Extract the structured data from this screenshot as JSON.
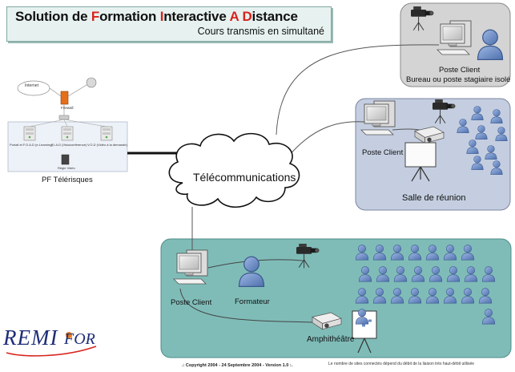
{
  "title": {
    "parts": [
      {
        "text": "Solution de ",
        "red": false
      },
      {
        "text": "F",
        "red": true
      },
      {
        "text": "ormation ",
        "red": false
      },
      {
        "text": "I",
        "red": true
      },
      {
        "text": "nteractive ",
        "red": false
      },
      {
        "text": "A",
        "red": true
      },
      {
        "text": " ",
        "red": false
      },
      {
        "text": "D",
        "red": true
      },
      {
        "text": "istance",
        "red": false
      }
    ],
    "subtitle": "Cours transmis en simultané"
  },
  "colors": {
    "accent_red": "#d8231c",
    "panel_gray": "#d4d4d4",
    "panel_blue": "#c4cee0",
    "panel_teal": "#7fbcb8",
    "person_blue": "#6d8fc9"
  },
  "platform": {
    "label": "PF Télérisques",
    "internet": "Internet",
    "firewall": "Firewall",
    "servers": [
      "Portail et F.O.A.D (e-Learning)",
      "F.I.A.D (Visioconférence)",
      "V.O.D (Vidéo à la demande)"
    ],
    "video_store": "Régie Vidéo"
  },
  "network": {
    "label": "Télécommunications"
  },
  "sites": {
    "isolated": {
      "poste": "Poste Client",
      "desc": "Bureau ou poste stagiaire isolé"
    },
    "meeting": {
      "poste": "Poste Client",
      "room": "Salle de réunion"
    },
    "amphi": {
      "poste": "Poste Client",
      "trainer": "Formateur",
      "room": "Amphithéâtre"
    }
  },
  "logo": {
    "text_left": "REMI",
    "text_right": "FOR"
  },
  "footer": {
    "copyright": ".: Copyright 2004 - 24 Septembre 2004 - Version 1.0 :.",
    "note": "Le nombre de sites connectés dépend du débit de la liaison très haut-débit utilisée"
  }
}
